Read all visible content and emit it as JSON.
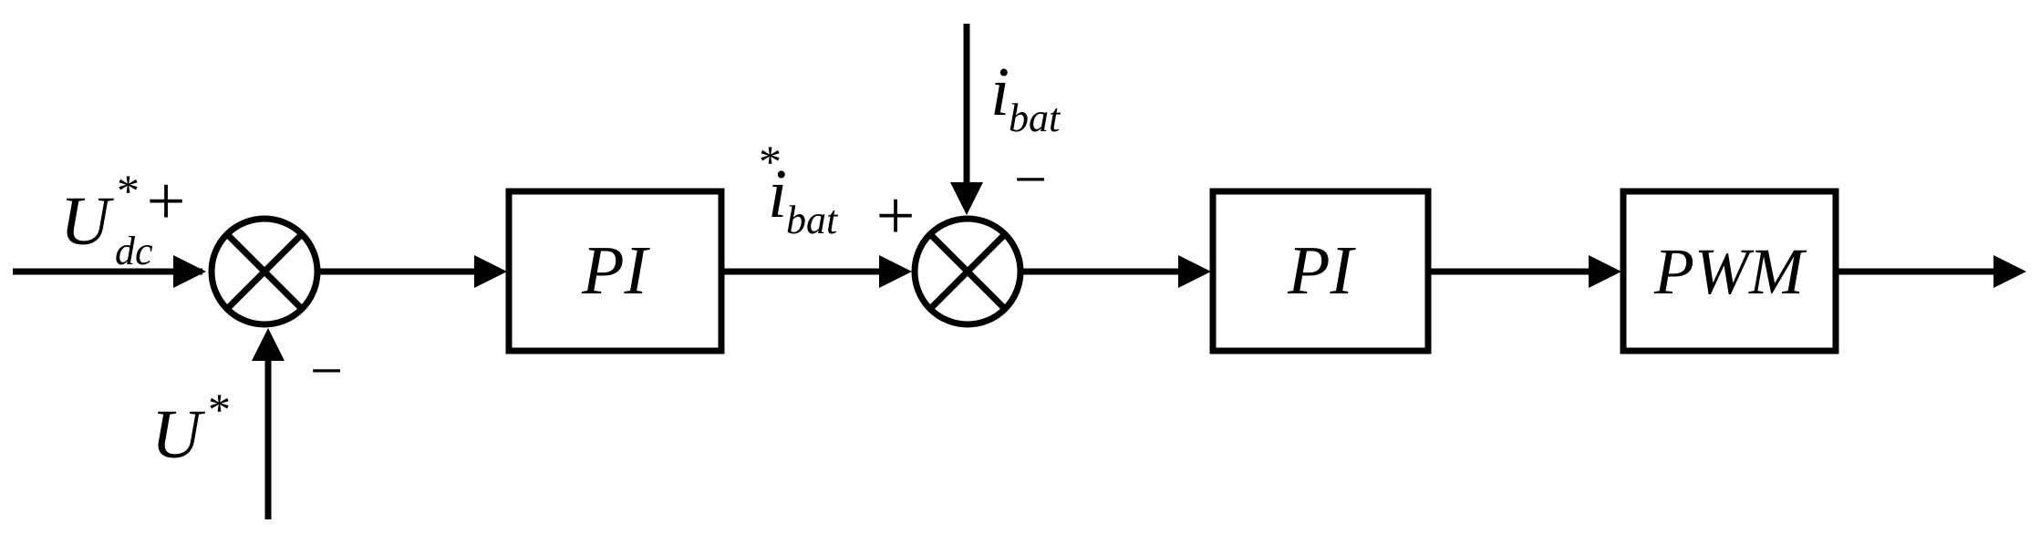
{
  "signals": {
    "udc_ref_main": "U",
    "udc_ref_star": "*",
    "udc_ref_sub": "dc",
    "u_ref_main": "U",
    "u_ref_star": "*",
    "ibat_ref_main": "i",
    "ibat_ref_star": "*",
    "ibat_ref_sub": "bat",
    "ibat_main": "i",
    "ibat_sub": "bat"
  },
  "signs": {
    "sum1_plus": "+",
    "sum1_minus": "−",
    "sum2_plus": "+",
    "sum2_minus": "−"
  },
  "blocks": {
    "pi_voltage": "PI",
    "pi_current": "PI",
    "pwm": "PWM"
  },
  "colors": {
    "stroke": "#000000",
    "background": "#ffffff"
  }
}
